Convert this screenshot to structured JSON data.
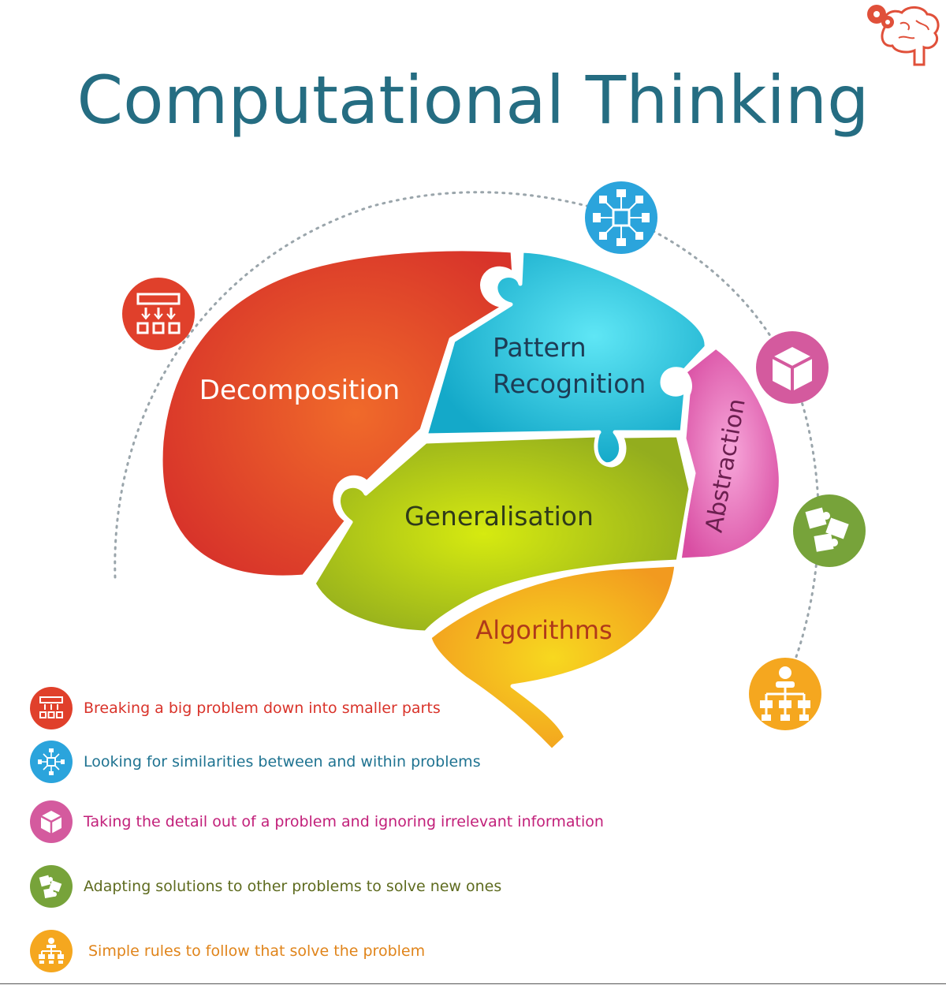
{
  "title": "Computational Thinking",
  "brain": {
    "decomposition": "Decomposition",
    "pattern_line1": "Pattern",
    "pattern_line2": "Recognition",
    "generalisation": "Generalisation",
    "abstraction": "Abstraction",
    "algorithms": "Algorithms"
  },
  "colors": {
    "decomposition": "#e0402b",
    "pattern": "#22b5cf",
    "abstraction": "#e060a8",
    "generalisation": "#a6c11a",
    "algorithms": "#f2a91e",
    "title": "#256d82"
  },
  "legend": [
    {
      "text": "Breaking a big problem down into smaller parts",
      "color": "#d9332a",
      "icon": "decomposition-icon"
    },
    {
      "text": "Looking for similarities between and within problems",
      "color": "#1f7391",
      "icon": "pattern-icon"
    },
    {
      "text": "Taking the detail out of a problem and ignoring irrelevant information",
      "color": "#c2207a",
      "icon": "cube-icon"
    },
    {
      "text": "Adapting solutions to other problems to solve new ones",
      "color": "#5e6b1f",
      "icon": "puzzle-icon"
    },
    {
      "text": "Simple rules to follow that solve the problem",
      "color": "#e0841a",
      "icon": "flowchart-icon"
    }
  ]
}
